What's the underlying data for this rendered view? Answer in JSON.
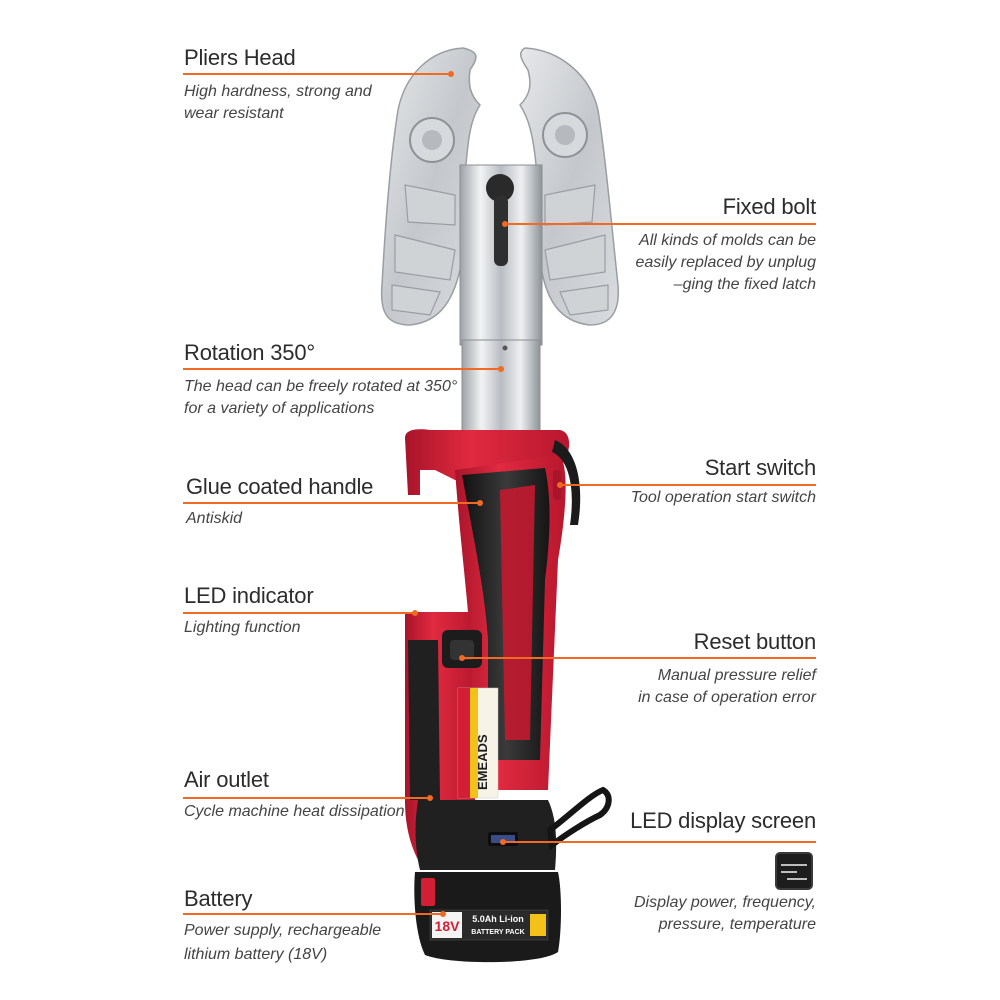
{
  "callouts": {
    "pliers_head": {
      "title": "Pliers Head",
      "desc": [
        "High hardness, strong and",
        "wear resistant"
      ]
    },
    "fixed_bolt": {
      "title": "Fixed bolt",
      "desc": [
        "All kinds of molds can be",
        "easily replaced by unplug",
        "–ging the fixed latch"
      ]
    },
    "rotation": {
      "title": "Rotation 350°",
      "desc": [
        "The head can be freely rotated at 350°",
        "for a variety of applications"
      ]
    },
    "glue_handle": {
      "title": "Glue coated handle",
      "desc": [
        "Antiskid"
      ]
    },
    "start_switch": {
      "title": "Start switch",
      "desc": [
        "Tool operation start switch"
      ]
    },
    "led_indicator": {
      "title": "LED indicator",
      "desc": [
        "Lighting function"
      ]
    },
    "reset_button": {
      "title": "Reset button",
      "desc": [
        "Manual pressure relief",
        "in case of  operation error"
      ]
    },
    "air_outlet": {
      "title": "Air outlet",
      "desc": [
        "Cycle machine heat dissipation"
      ]
    },
    "led_screen": {
      "title": "LED display screen",
      "desc": [
        "Display power, frequency,",
        "pressure, temperature"
      ]
    },
    "battery": {
      "title": "Battery",
      "desc": [
        "Power supply, rechargeable",
        "lithium battery (18V)"
      ]
    }
  },
  "tool_labels": {
    "brand": "EMEADS",
    "battery_voltage": "18V",
    "battery_spec": "5.0Ah Li-ion",
    "battery_pack": "BATTERY PACK"
  },
  "colors": {
    "accent_line": "#f06a23",
    "tool_red": "#d21f36",
    "tool_black": "#1e1e1e",
    "steel": "#c9ccd0"
  }
}
